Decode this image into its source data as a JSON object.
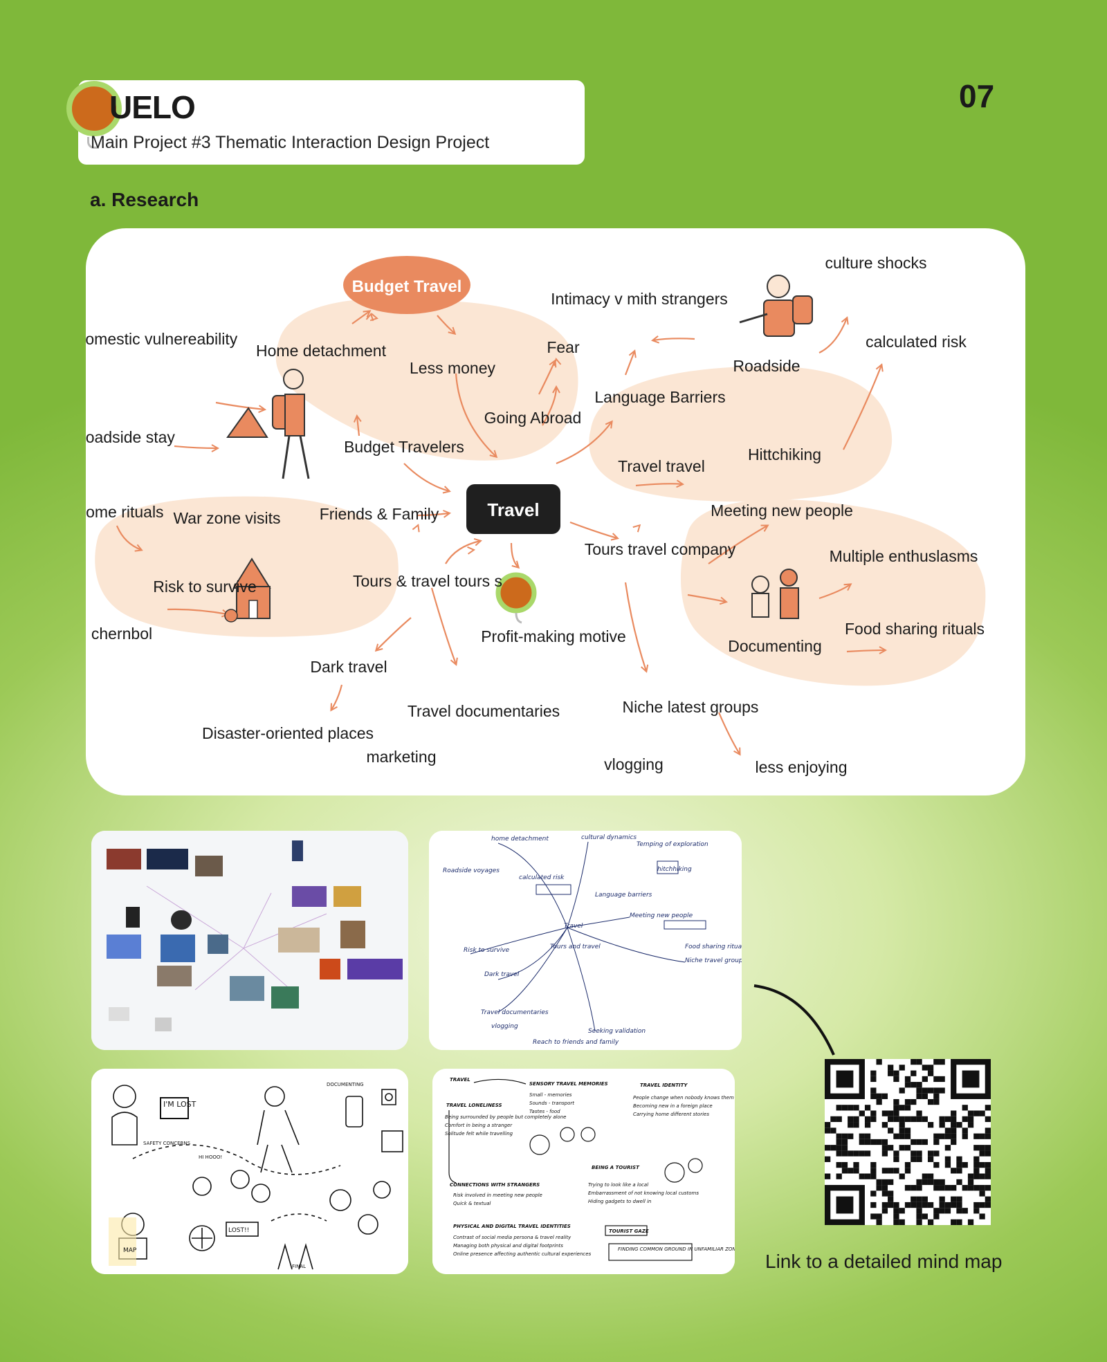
{
  "header": {
    "brand": "UELO",
    "subtitle": "Main Project #3 Thematic Interaction Design Project",
    "page_number": "07"
  },
  "section": {
    "title": "a. Research"
  },
  "mindmap": {
    "center": "Travel",
    "top_bubble": "Budget Travel",
    "labels": {
      "domestic": "Domestic vulnereability",
      "home_detachment": "Home detachment",
      "less_money": "Less money",
      "fear": "Fear",
      "intimacy": "Intimacy v mith strangers",
      "culture_shocks": "culture shocks",
      "calculated_risk": "calculated risk",
      "roadside": "Roadside",
      "going_abroad": "Going Abroad",
      "language_barriers": "Language Barriers",
      "roadside_stay": "Roadside stay",
      "budget_travelers": "Budget Travelers",
      "travel_travel": "Travel travel",
      "hittchiking": "Hittchiking",
      "home_rituals": "Home rituals",
      "war_zone": "War zone visits",
      "friends_family": "Friends & Family",
      "meeting_new_people": "Meeting new people",
      "tours_travel_company": "Tours travel company",
      "multiple_enthusiasms": "Multiple enthuslasms",
      "risk_to_survive": "Risk to survive",
      "tours_tours": "Tours & travel tours s",
      "chernbol": "chernbol",
      "profit_motive": "Profit-making motive",
      "documenting": "Documenting",
      "food_sharing": "Food sharing rituals",
      "dark_travel": "Dark travel",
      "travel_documentaries": "Travel documentaries",
      "niche_groups": "Niche latest groups",
      "disaster_places": "Disaster-oriented places",
      "marketing": "marketing",
      "vlogging": "vlogging",
      "less_enjoying": "less enjoying"
    }
  },
  "sketch_boards": {
    "board2_lines": [
      "home detachment",
      "cultural dynamics",
      "Temping of exploration",
      "Roadside voyages",
      "calculated risk",
      "hitchhiking",
      "Language barriers",
      "Travel",
      "Meeting new people",
      "Tours and travel",
      "Risk to survive",
      "Dark travel",
      "Niche travel groups",
      "Food sharing rituals",
      "Travel documentaries",
      "vlogging",
      "Seeking validation",
      "Reach to friends and family"
    ],
    "board3_labels": [
      "I'M LOST",
      "SAFETY CONCERNS",
      "DOCUMENTING",
      "HI HOOO!",
      "LOST!!",
      "MAP",
      "FINAL"
    ],
    "board4_lines": [
      "TRAVEL",
      "SENSORY TRAVEL MEMORIES",
      "TRAVEL IDENTITY",
      "TRAVEL LONELINESS",
      "Small - memories",
      "Sounds - transport",
      "Tastes - food",
      "Being surrounded by people but completely alone",
      "Comfort in being a stranger",
      "Solitude felt while travelling",
      "People change when nobody knows them",
      "Becoming new in a foreign place",
      "Carrying home different stories",
      "CONNECTIONS WITH STRANGERS",
      "Risk involved in meeting new people",
      "Quick & textual",
      "BEING A TOURIST",
      "Trying to look like a local",
      "Embarrassment of not knowing local customs",
      "Hiding gadgets to dwell in",
      "PHYSICAL AND DIGITAL TRAVEL IDENTITIES",
      "Contrast of social media persona & travel reality",
      "Managing both physical and digital footprints",
      "Online presence affecting authentic cultural experiences",
      "TOURIST GAZE",
      "FINDING COMMON GROUND IN UNFAMILIAR ZONES"
    ]
  },
  "qr": {
    "caption": "Link to a detailed mind map"
  },
  "colors": {
    "background": "#8cc04a",
    "accent_orange": "#e98a5f",
    "blob_peach": "#fbe6d4",
    "center_node": "#1f1f1f",
    "logo_orange": "#cc6a1c"
  }
}
